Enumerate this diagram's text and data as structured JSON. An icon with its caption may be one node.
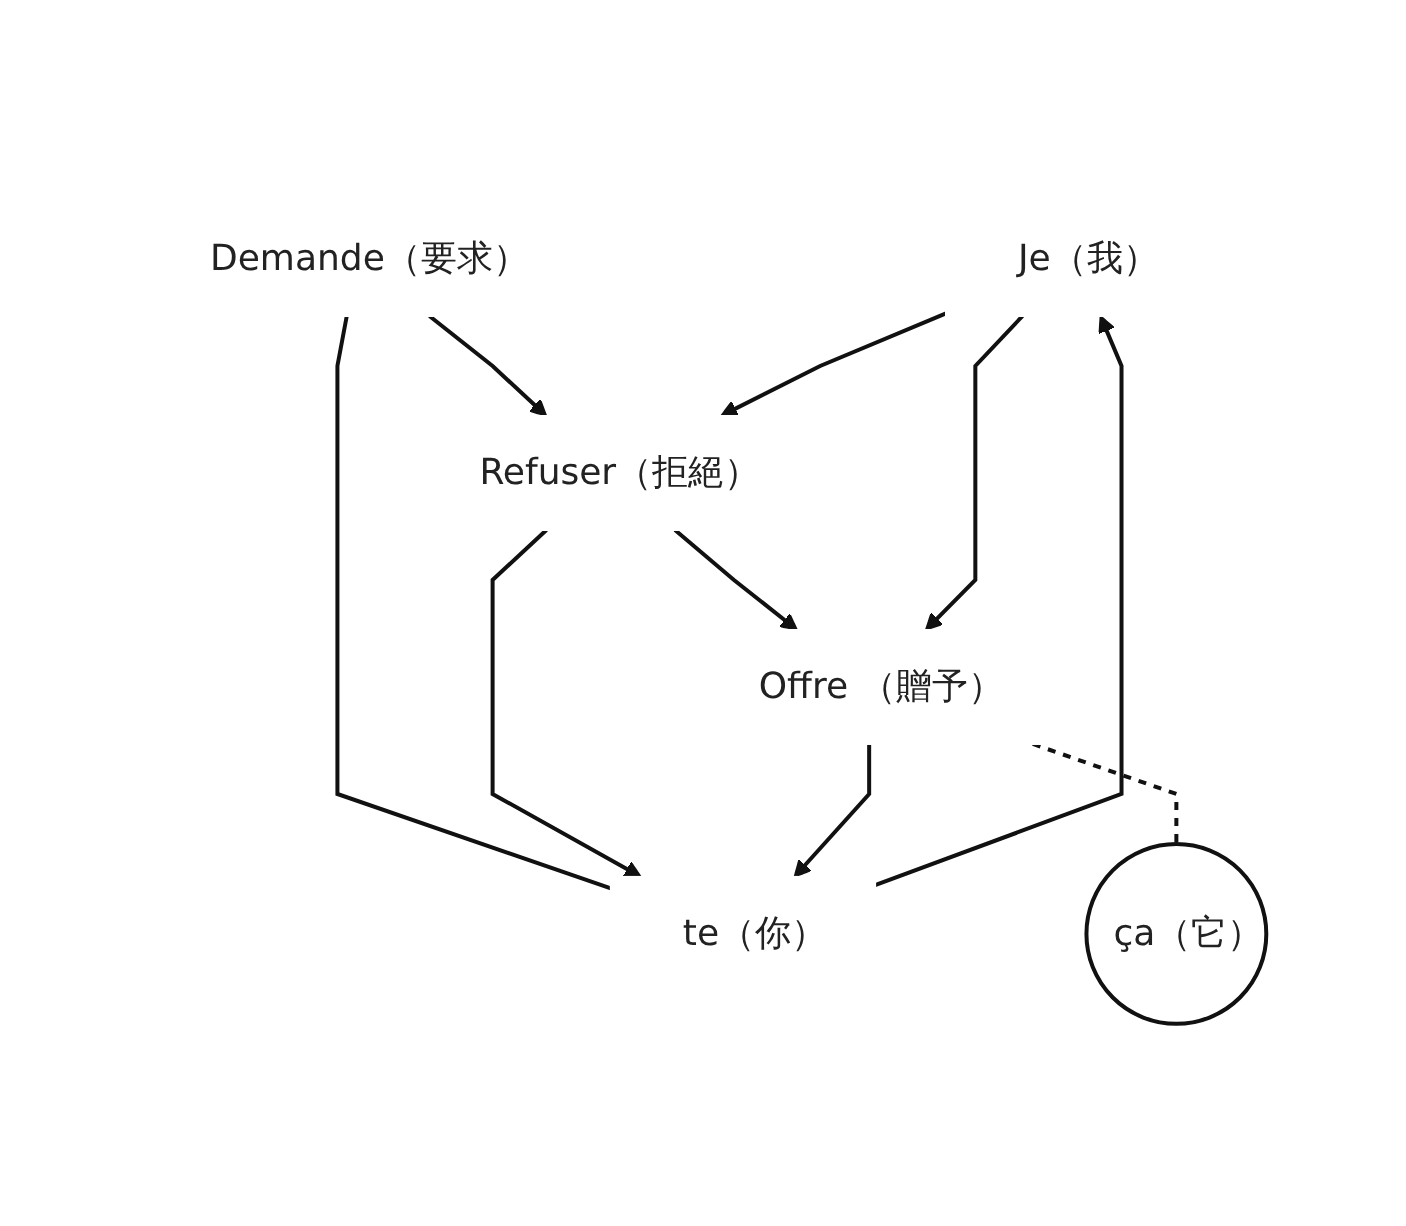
{
  "diagram": {
    "nodes": [
      {
        "text": [
          "Je（我）"
        ]
      },
      {
        "text": [
          "te（你）"
        ]
      },
      {
        "text": [
          "Demande（要求）"
        ]
      },
      {
        "text": [
          "Refuser（拒絕）"
        ]
      },
      {
        "text": [
          "Offre （贈予）"
        ]
      },
      {
        "text": [
          "ça（它）"
        ]
      }
    ],
    "edges": [
      {
        "from": 1,
        "to": 0,
        "arrow": "to"
      },
      {
        "from": 2,
        "to": 1,
        "arrow": "none"
      },
      {
        "from": 2,
        "to": 3,
        "arrow": "to"
      },
      {
        "from": 3,
        "to": 4,
        "arrow": "to"
      },
      {
        "from": 0,
        "to": 3,
        "arrow": "to"
      },
      {
        "from": 0,
        "to": 4,
        "arrow": "to"
      },
      {
        "from": 3,
        "to": 1,
        "arrow": "to"
      },
      {
        "from": 4,
        "to": 1,
        "arrow": "to"
      },
      {
        "from": 4,
        "to": 5,
        "arrow": "none",
        "style": "dashed"
      }
    ]
  }
}
